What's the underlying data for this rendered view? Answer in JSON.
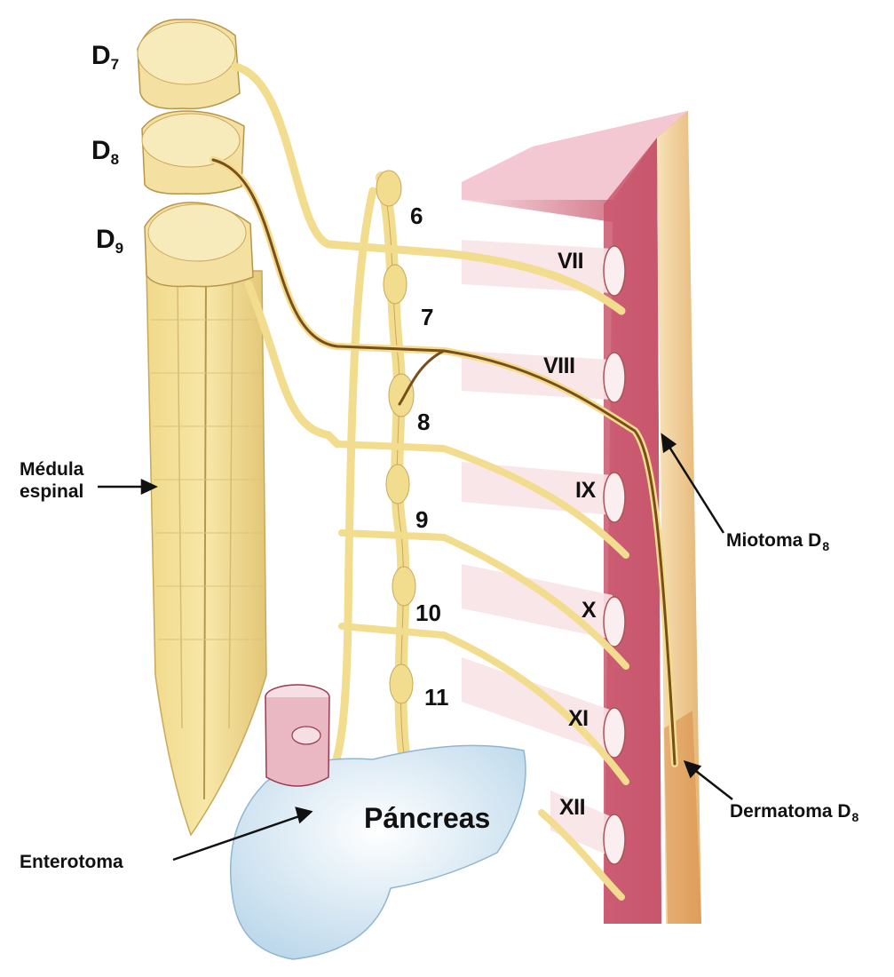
{
  "segments": [
    {
      "letter": "D",
      "sub": "7"
    },
    {
      "letter": "D",
      "sub": "8"
    },
    {
      "letter": "D",
      "sub": "9"
    }
  ],
  "ganglia": [
    "6",
    "7",
    "8",
    "9",
    "10",
    "11"
  ],
  "ribs": [
    "VII",
    "VIII",
    "IX",
    "X",
    "XI",
    "XII"
  ],
  "labels": {
    "spinal_cord_line1": "Médula",
    "spinal_cord_line2": "espinal",
    "myotome": "Miotoma D",
    "myotome_sub": "8",
    "dermatome": "Dermatoma D",
    "dermatome_sub": "8",
    "pancreas": "Páncreas",
    "enterotome": "Enterotoma"
  },
  "colors": {
    "nerve": "#f2dc8e",
    "nerve_dark": "#c9a85a",
    "d8_nerve": "#7a4e1a",
    "muscle": "#c85a6e",
    "skin": "#f4d9a8",
    "pancreas": "#cfe3f0"
  }
}
